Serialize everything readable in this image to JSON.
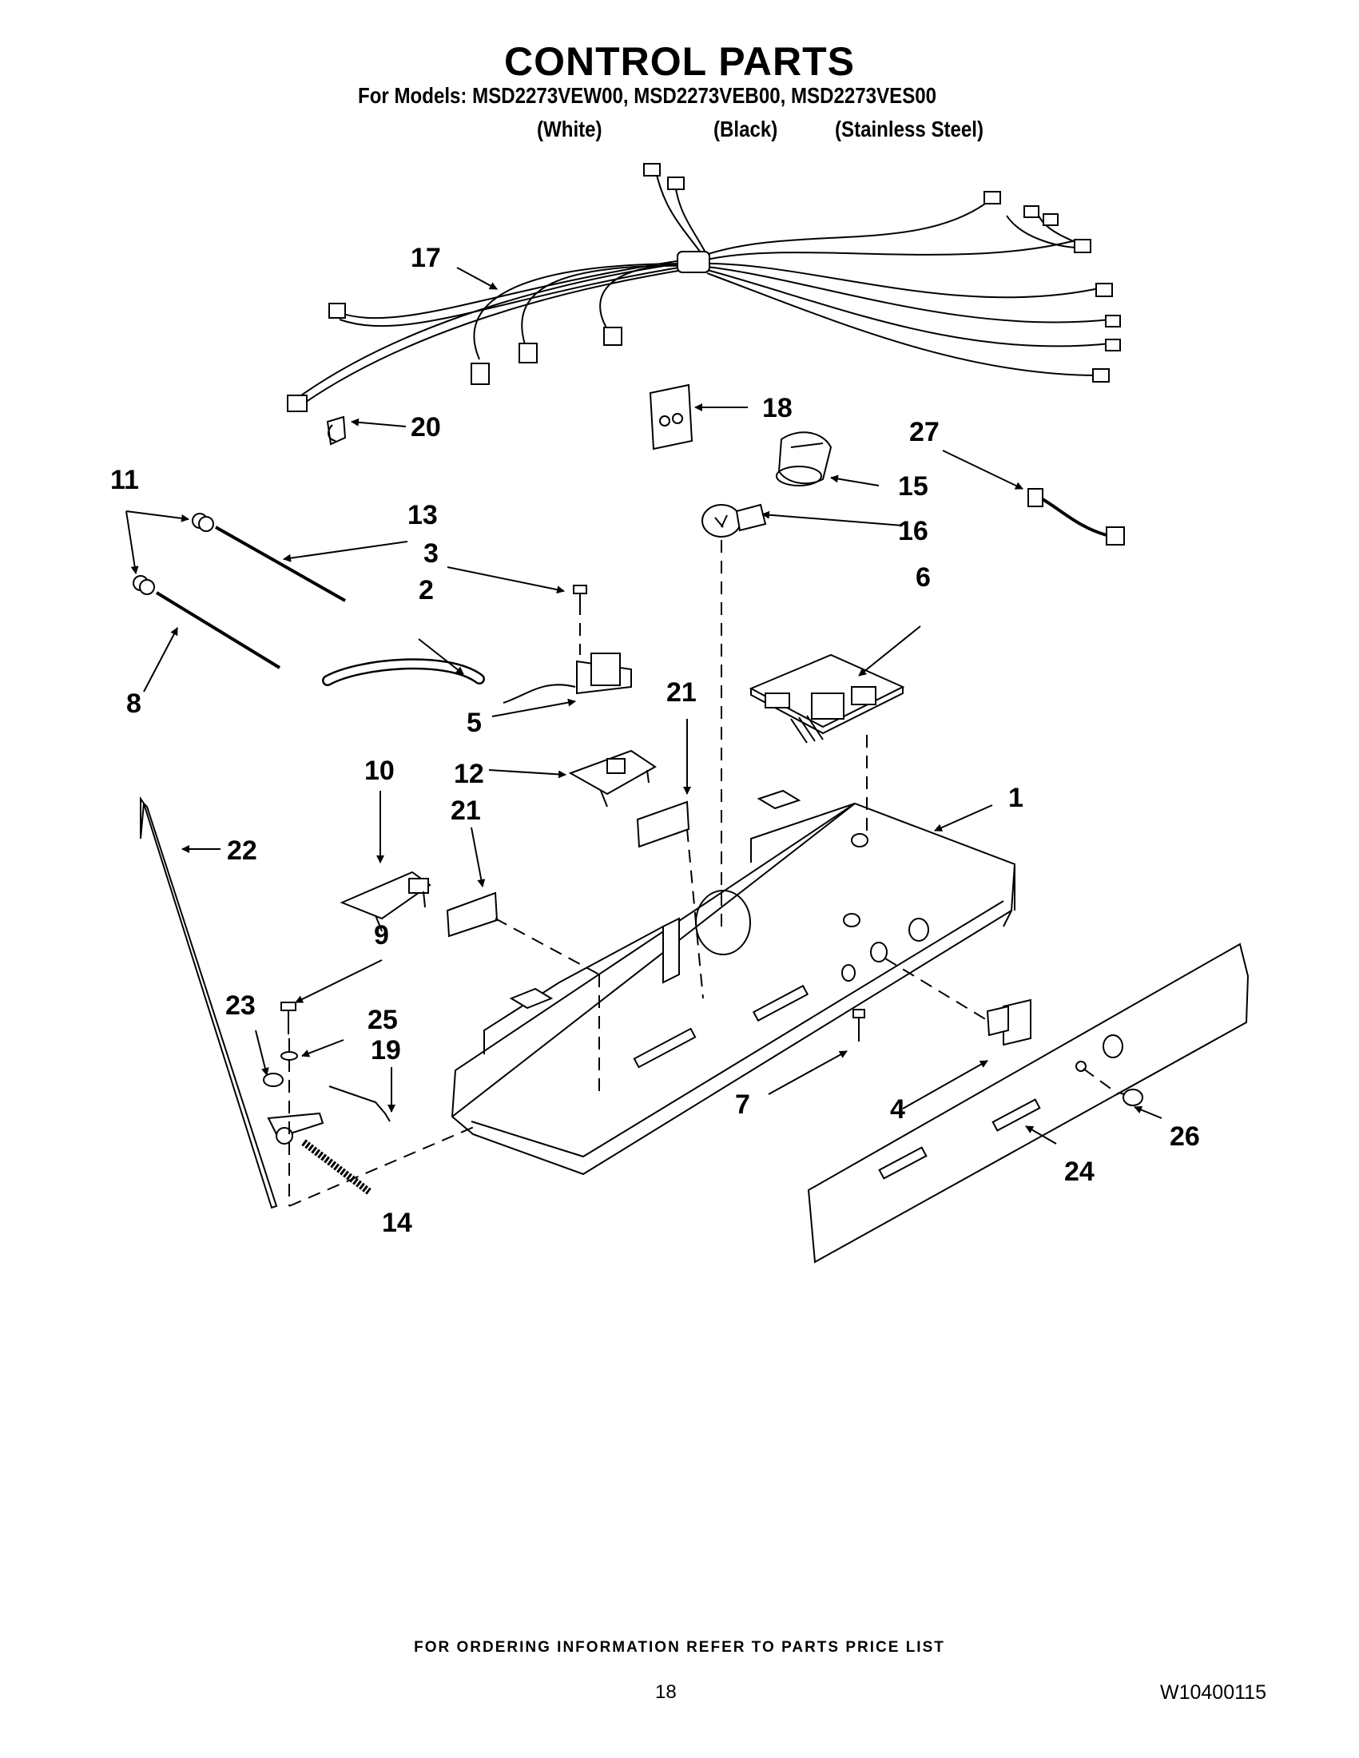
{
  "header": {
    "title": "CONTROL PARTS",
    "models": "For Models: MSD2273VEW00, MSD2273VEB00, MSD2273VES00",
    "variants": [
      "(White)",
      "(Black)",
      "(Stainless Steel)"
    ]
  },
  "callouts": [
    "1",
    "2",
    "3",
    "4",
    "5",
    "6",
    "7",
    "8",
    "9",
    "10",
    "11",
    "12",
    "13",
    "14",
    "15",
    "16",
    "17",
    "18",
    "19",
    "20",
    "21",
    "21",
    "22",
    "23",
    "24",
    "25",
    "26",
    "27"
  ],
  "footer": {
    "note": "FOR ORDERING INFORMATION REFER TO PARTS PRICE LIST",
    "page_number": "18",
    "doc_number": "W10400115"
  }
}
